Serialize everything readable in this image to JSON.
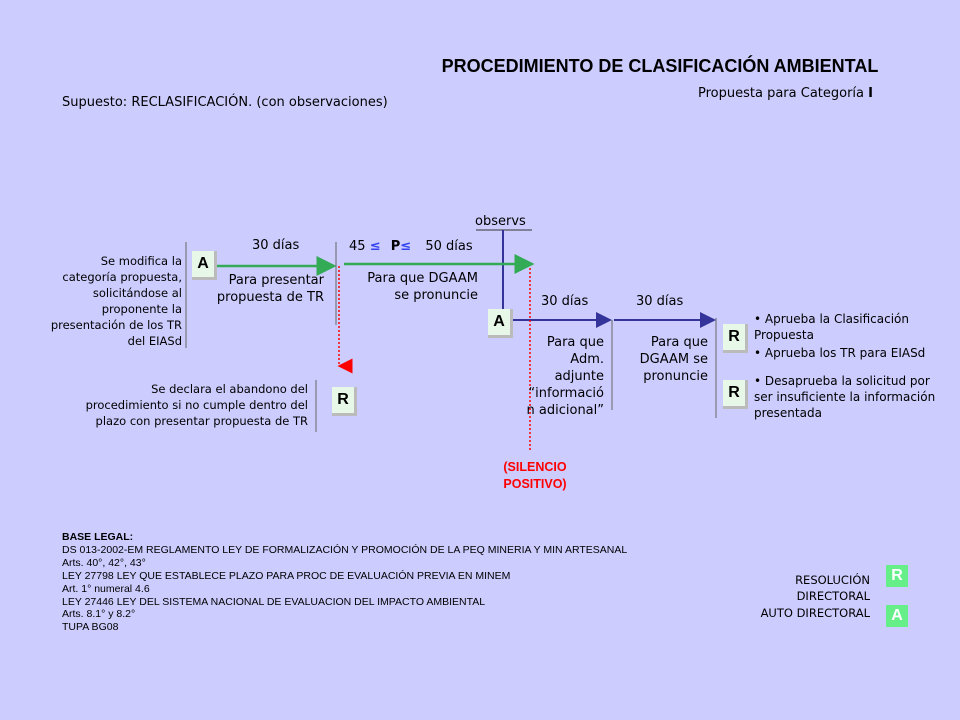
{
  "title": "PROCEDIMIENTO DE CLASIFICACIÓN AMBIENTAL",
  "subtitle": "Supuesto: RECLASIFICACIÓN. (con observaciones)",
  "proposal": {
    "text": "Propuesta para Categoría",
    "category": "I"
  },
  "left_note": [
    "Se modifica la",
    "categoría propuesta,",
    "solicitándose al",
    "proponente la",
    "presentación de los TR",
    "del EIASd"
  ],
  "abandon_note": [
    "Se declara el abandono del",
    "procedimiento si no cumple dentro del",
    "plazo con presentar propuesta de TR"
  ],
  "observs_label": "observs",
  "stage1": {
    "days": "30 días",
    "desc": [
      "Para presentar",
      "propuesta de TR"
    ]
  },
  "stage2": {
    "min": "45",
    "le1": "≤",
    "p": "P",
    "le2": "≤",
    "max": "50 días",
    "desc": [
      "Para que DGAAM",
      "se pronuncie"
    ]
  },
  "stage3": {
    "days": "30 días",
    "desc": [
      "Para que",
      "Adm.",
      "adjunte",
      "“informació",
      "n adicional”"
    ]
  },
  "stage4": {
    "days": "30 días",
    "desc": [
      "Para que",
      "DGAAM se",
      "pronuncie"
    ]
  },
  "silence": [
    "(SILENCIO",
    "POSITIVO)"
  ],
  "outcomes_approve": [
    "Aprueba la Clasificación Propuesta",
    "Aprueba los TR para EIASd"
  ],
  "outcomes_reject": [
    "Desaprueba la solicitud por ser insuficiente la información presentada"
  ],
  "badges": {
    "a": "A",
    "r": "R"
  },
  "legal": {
    "heading": "BASE LEGAL:",
    "lines": [
      "DS 013-2002-EM REGLAMENTO LEY DE FORMALIZACIÓN Y PROMOCIÓN DE LA PEQ MINERIA Y MIN ARTESANAL",
      "Arts. 40°, 42°, 43°",
      "LEY 27798 LEY QUE ESTABLECE PLAZO PARA PROC DE EVALUACIÓN PREVIA EN MINEM",
      "Art. 1° numeral 4.6",
      "LEY 27446 LEY DEL SISTEMA NACIONAL DE EVALUACION DEL IMPACTO AMBIENTAL",
      "Arts. 8.1° y 8.2°",
      "TUPA BG08"
    ]
  },
  "legend": {
    "resolucion": [
      "RESOLUCIÓN",
      "DIRECTORAL"
    ],
    "auto": "AUTO DIRECTORAL"
  },
  "colors": {
    "background": "#ccccff",
    "arrow_green": "#33aa55",
    "silence_red": "#ff0000",
    "timeline_blue": "#333399"
  }
}
